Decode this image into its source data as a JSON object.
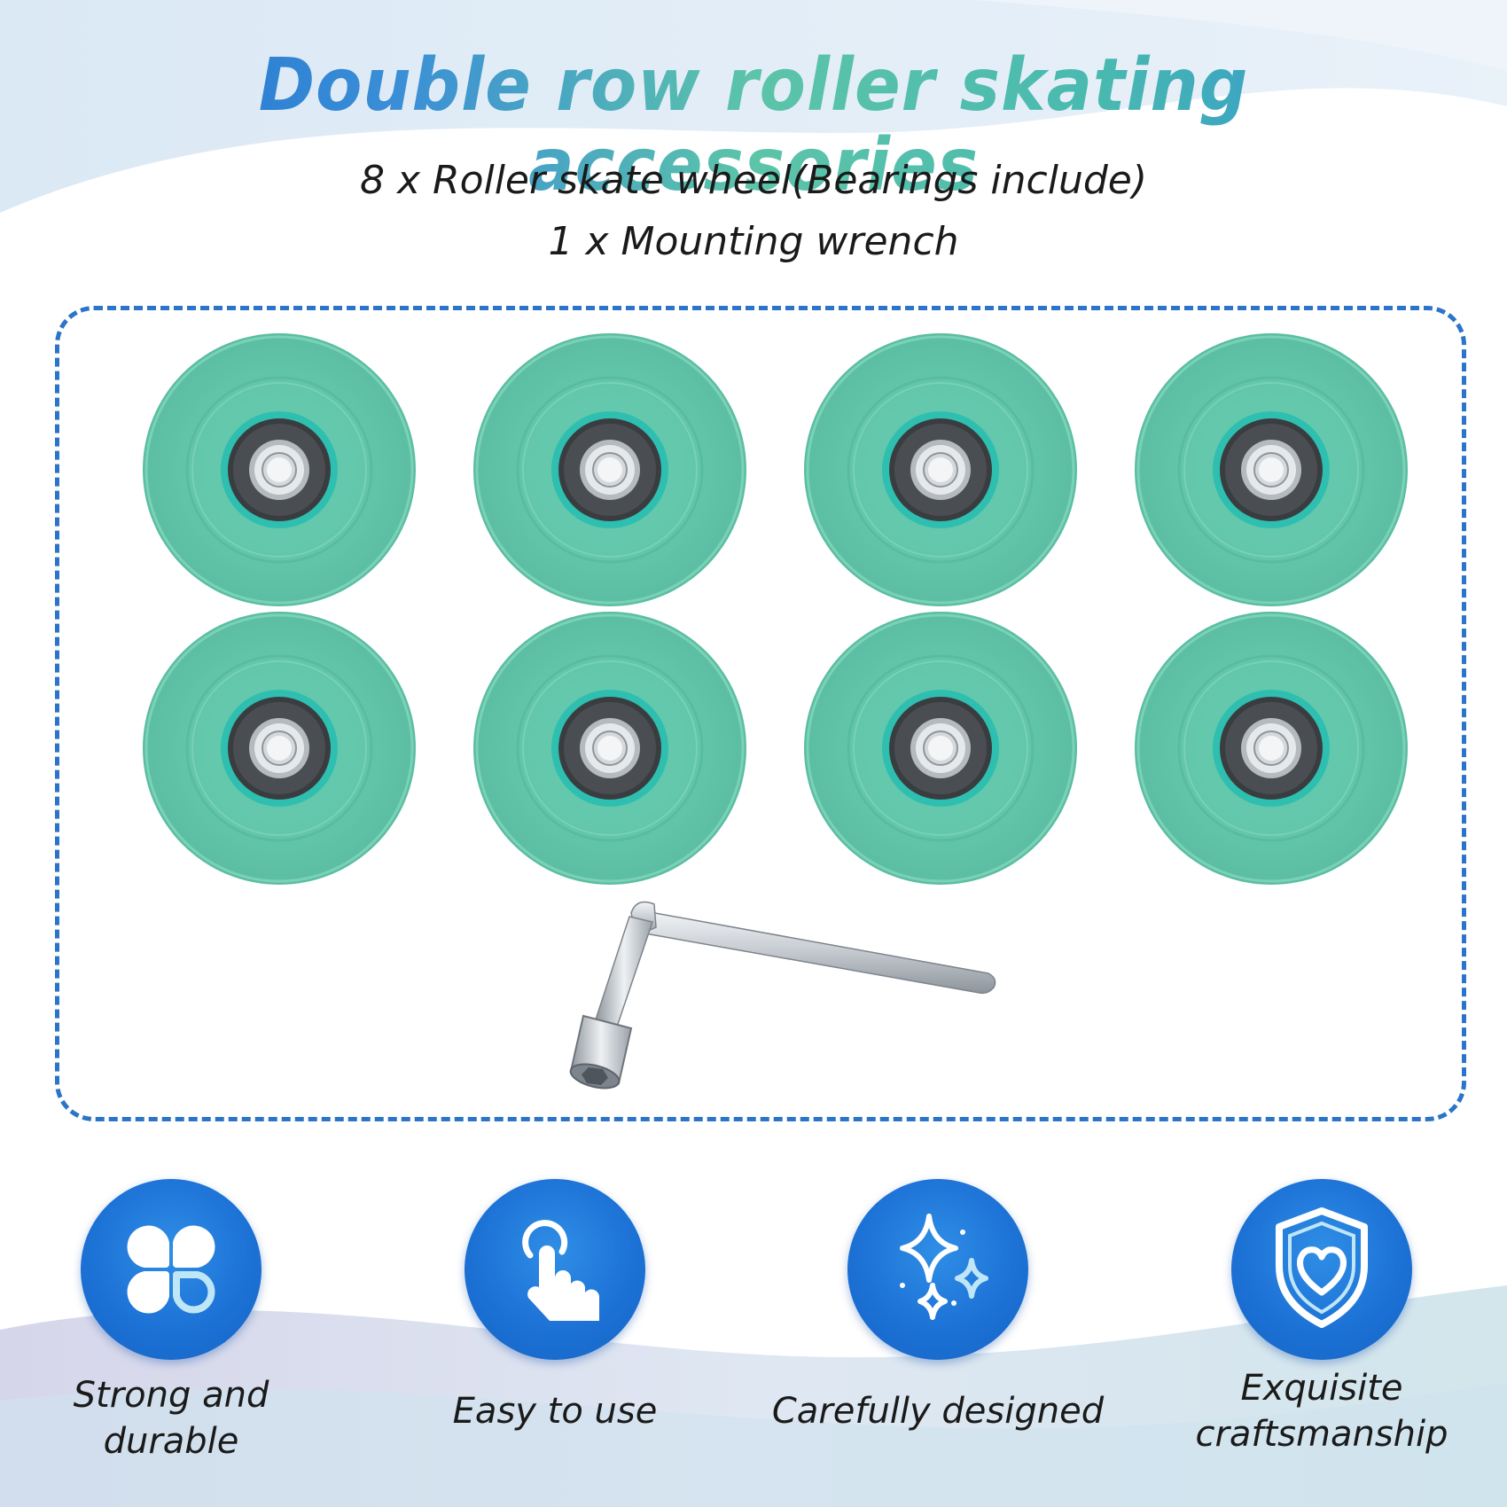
{
  "header": {
    "title": "Double row roller skating accessories",
    "line1": "8 x Roller skate wheel(Bearings include)",
    "line2": "1 x Mounting wrench"
  },
  "colors": {
    "accent_blue": "#1f6fd1",
    "mint_wheel": "#6fd3b5",
    "frame_dash": "#2b74c7",
    "icon_circle": "#1d72d6"
  },
  "products": {
    "wheels": [
      {
        "name": "wheel-1"
      },
      {
        "name": "wheel-2"
      },
      {
        "name": "wheel-3"
      },
      {
        "name": "wheel-4"
      },
      {
        "name": "wheel-5"
      },
      {
        "name": "wheel-6"
      },
      {
        "name": "wheel-7"
      },
      {
        "name": "wheel-8"
      }
    ],
    "tool": "mounting-wrench"
  },
  "features": [
    {
      "icon": "clover-icon",
      "label": "Strong and durable"
    },
    {
      "icon": "tap-hand-icon",
      "label": "Easy to use"
    },
    {
      "icon": "sparkle-icon",
      "label": "Carefully designed"
    },
    {
      "icon": "shield-heart-icon",
      "label": "Exquisite craftsmanship"
    }
  ]
}
